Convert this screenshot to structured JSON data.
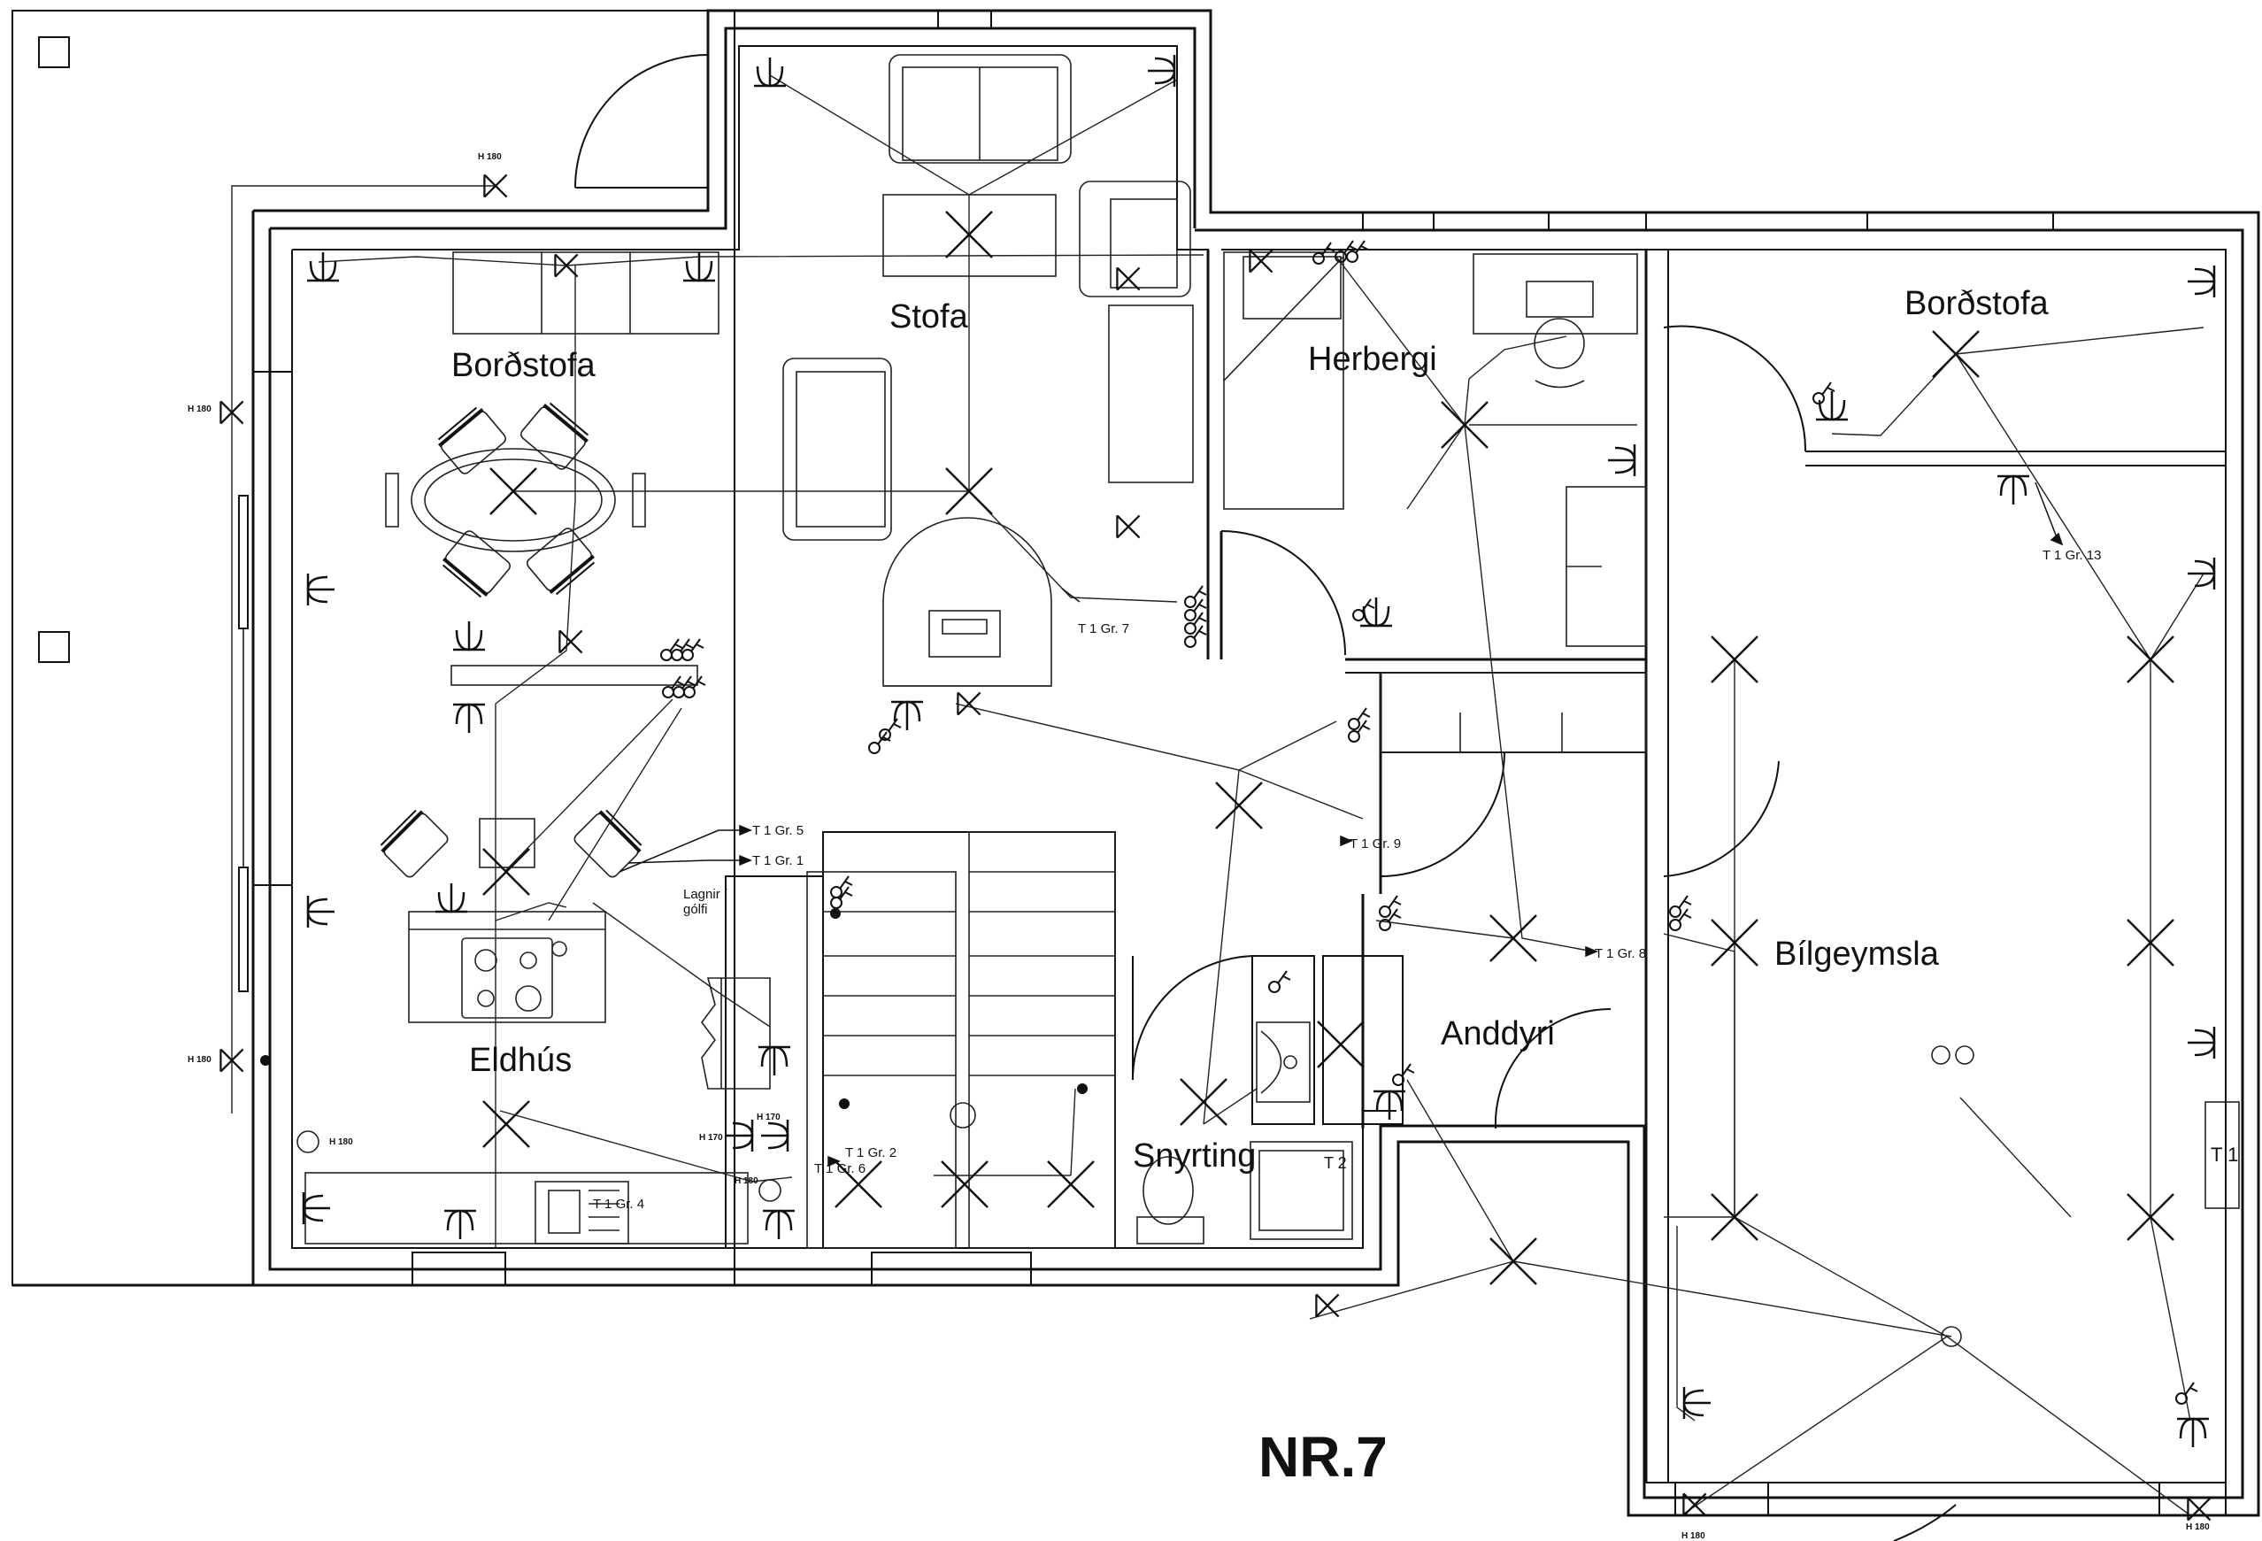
{
  "drawing": {
    "title": "NR.7",
    "rooms": {
      "bordstofa_left": "Borðstofa",
      "stofa": "Stofa",
      "herbergi": "Herbergi",
      "bordstofa_right": "Borðstofa",
      "eldhus": "Eldhús",
      "bilgeymsla": "Bílgeymsla",
      "anddyri": "Anddyri",
      "snyrting": "Snyrting"
    },
    "circuits": {
      "gr5": "T 1  Gr. 5",
      "gr1": "T 1  Gr. 1",
      "gr7": "T 1  Gr. 7",
      "gr9": "T 1  Gr. 9",
      "gr13": "T 1  Gr. 13",
      "gr8": "T 1  Gr. 8",
      "gr2": "T 1  Gr. 2",
      "gr6": "T 1  Gr. 6",
      "gr4": "T 1  Gr. 4"
    },
    "notes": {
      "lagnir": "Lagnir í",
      "golfi": "gólfi"
    },
    "heights": {
      "h180": "H 180",
      "h170": "H 170"
    },
    "panels": {
      "t1": "T 1",
      "t2": "T 2"
    }
  }
}
